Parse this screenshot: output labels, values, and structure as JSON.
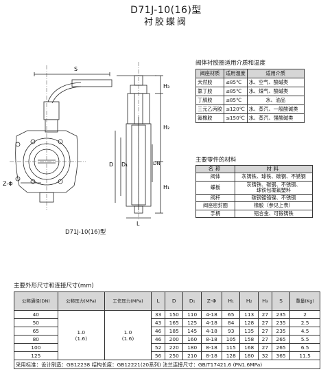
{
  "title": "D71J-10(16)型",
  "subtitle": "衬胶蝶阀",
  "drawing": {
    "caption": "D71J-10(16)型",
    "labels": {
      "s": "S",
      "h3": "H₃",
      "h2": "H₂",
      "h1": "H₁",
      "d": "D",
      "d1": "D₁",
      "dn": "DN",
      "zphi": "Z-Φ",
      "l": "L"
    }
  },
  "media_table": {
    "title": "阀体衬胶圈适用介质和温度",
    "headers": [
      "阀座材质",
      "适用温度",
      "适用介质"
    ],
    "rows": [
      [
        "天然胶",
        "≤85℃",
        "水、空气、酸碱类"
      ],
      [
        "氯丁胶",
        "≤85℃",
        "水、煤气、酸碱类"
      ],
      [
        "丁腈胶",
        "≤85℃",
        "水、油品"
      ],
      [
        "三元乙丙胶",
        "≤120℃",
        "水、蒸汽、一般酸碱类"
      ],
      [
        "氟橡胶",
        "≤150℃",
        "水、蒸汽、强酸碱类"
      ]
    ]
  },
  "parts_table": {
    "title": "主要零件的材料",
    "headers": [
      "名称",
      "材料"
    ],
    "rows": [
      {
        "name": "阀体",
        "material": "灰铸铁、球铁、碳钢、不锈钢"
      },
      {
        "name": "蝶板",
        "material": "灰铸铁、碳钢、不锈钢、球铁包覆氟塑料"
      },
      {
        "name": "阀杆",
        "material": "碳钢镀铬镍、不锈钢"
      },
      {
        "name": "阀座密封圈",
        "material": "橡胶（参见上表）"
      },
      {
        "name": "手柄",
        "material": "铝合金、可锻铸铁"
      }
    ],
    "disc_lines": [
      "灰铸铁、碳钢、不锈钢、",
      "球铁包覆氟塑料"
    ]
  },
  "dims_table": {
    "title": "主要外形尺寸和连接尺寸(mm)",
    "headers": [
      "公称通径(DN)",
      "公称压力(MPa)",
      "工作压力(MPa)",
      "L",
      "D",
      "D₁",
      "Z-Φ",
      "H₁",
      "H₂",
      "H₃",
      "S",
      "重量(Kg)"
    ],
    "pressure": {
      "nominal": "1.0",
      "nominal_alt": "(1.6)",
      "working": "1.0",
      "working_alt": "(1.6)"
    },
    "rows": [
      [
        "40",
        "33",
        "150",
        "110",
        "4-18",
        "65",
        "113",
        "27",
        "235",
        "2"
      ],
      [
        "50",
        "43",
        "165",
        "125",
        "4-18",
        "84",
        "128",
        "27",
        "235",
        "2.5"
      ],
      [
        "65",
        "46",
        "185",
        "145",
        "4-18",
        "93",
        "135",
        "27",
        "235",
        "4.5"
      ],
      [
        "80",
        "46",
        "200",
        "160",
        "8-18",
        "105",
        "158",
        "27",
        "265",
        "5.5"
      ],
      [
        "100",
        "52",
        "220",
        "180",
        "8-18",
        "115",
        "168",
        "27",
        "265",
        "6.5"
      ],
      [
        "125",
        "56",
        "250",
        "210",
        "8-18",
        "128",
        "180",
        "32",
        "365",
        "11.5"
      ]
    ],
    "footer": "采用标准：设计制造：GB12238   结构长度：GB12221(20系列)  法兰连接尺寸：GB/T17421.6 (PN1.6MPa)"
  }
}
